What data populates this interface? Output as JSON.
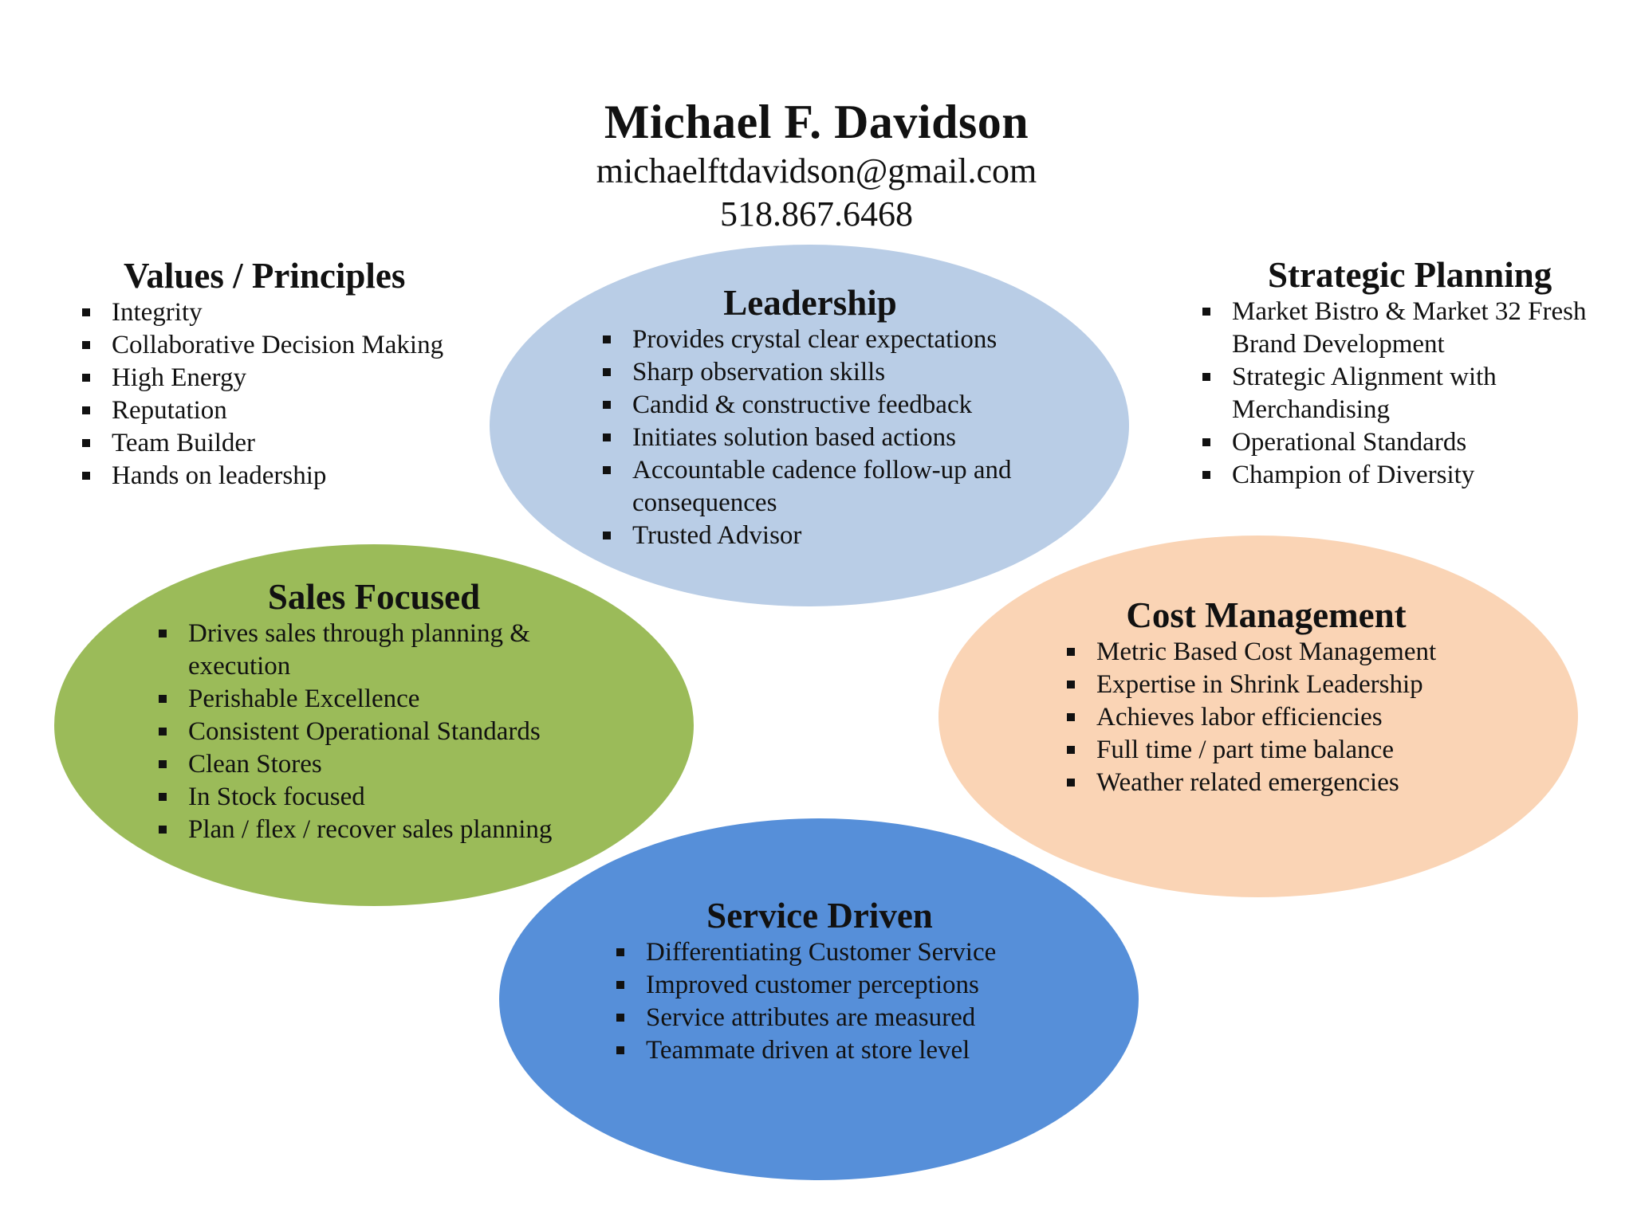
{
  "header": {
    "name": "Michael F. Davidson",
    "email": "michaelftdavidson@gmail.com",
    "phone": "518.867.6468"
  },
  "colors": {
    "leadership": "#b9cde6",
    "sales": "#9bbb59",
    "cost": "#fad4b5",
    "service": "#568fd9",
    "text": "#111111"
  },
  "values": {
    "title": "Values / Principles",
    "items": [
      "Integrity",
      "Collaborative Decision Making",
      "High Energy",
      "Reputation",
      "Team Builder",
      "Hands on leadership"
    ]
  },
  "leadership": {
    "title": "Leadership",
    "items": [
      "Provides crystal clear expectations",
      "Sharp observation skills",
      "Candid & constructive feedback",
      "Initiates solution based actions",
      "Accountable cadence follow-up and consequences",
      "Trusted Advisor"
    ]
  },
  "strategic": {
    "title": "Strategic Planning",
    "items": [
      "Market Bistro & Market 32 Fresh Brand Development",
      "Strategic Alignment with Merchandising",
      "Operational Standards",
      "Champion of Diversity"
    ]
  },
  "sales": {
    "title": "Sales Focused",
    "items": [
      "Drives sales through planning & execution",
      "Perishable Excellence",
      "Consistent Operational Standards",
      "Clean Stores",
      "In Stock focused",
      "Plan / flex / recover sales planning"
    ]
  },
  "cost": {
    "title": "Cost Management",
    "items": [
      "Metric Based Cost Management",
      "Expertise in Shrink Leadership",
      "Achieves labor efficiencies",
      "Full time / part time balance",
      "Weather related emergencies"
    ]
  },
  "service": {
    "title": "Service Driven",
    "items": [
      "Differentiating Customer Service",
      "Improved customer perceptions",
      "Service attributes are measured",
      "Teammate driven at store level"
    ]
  }
}
